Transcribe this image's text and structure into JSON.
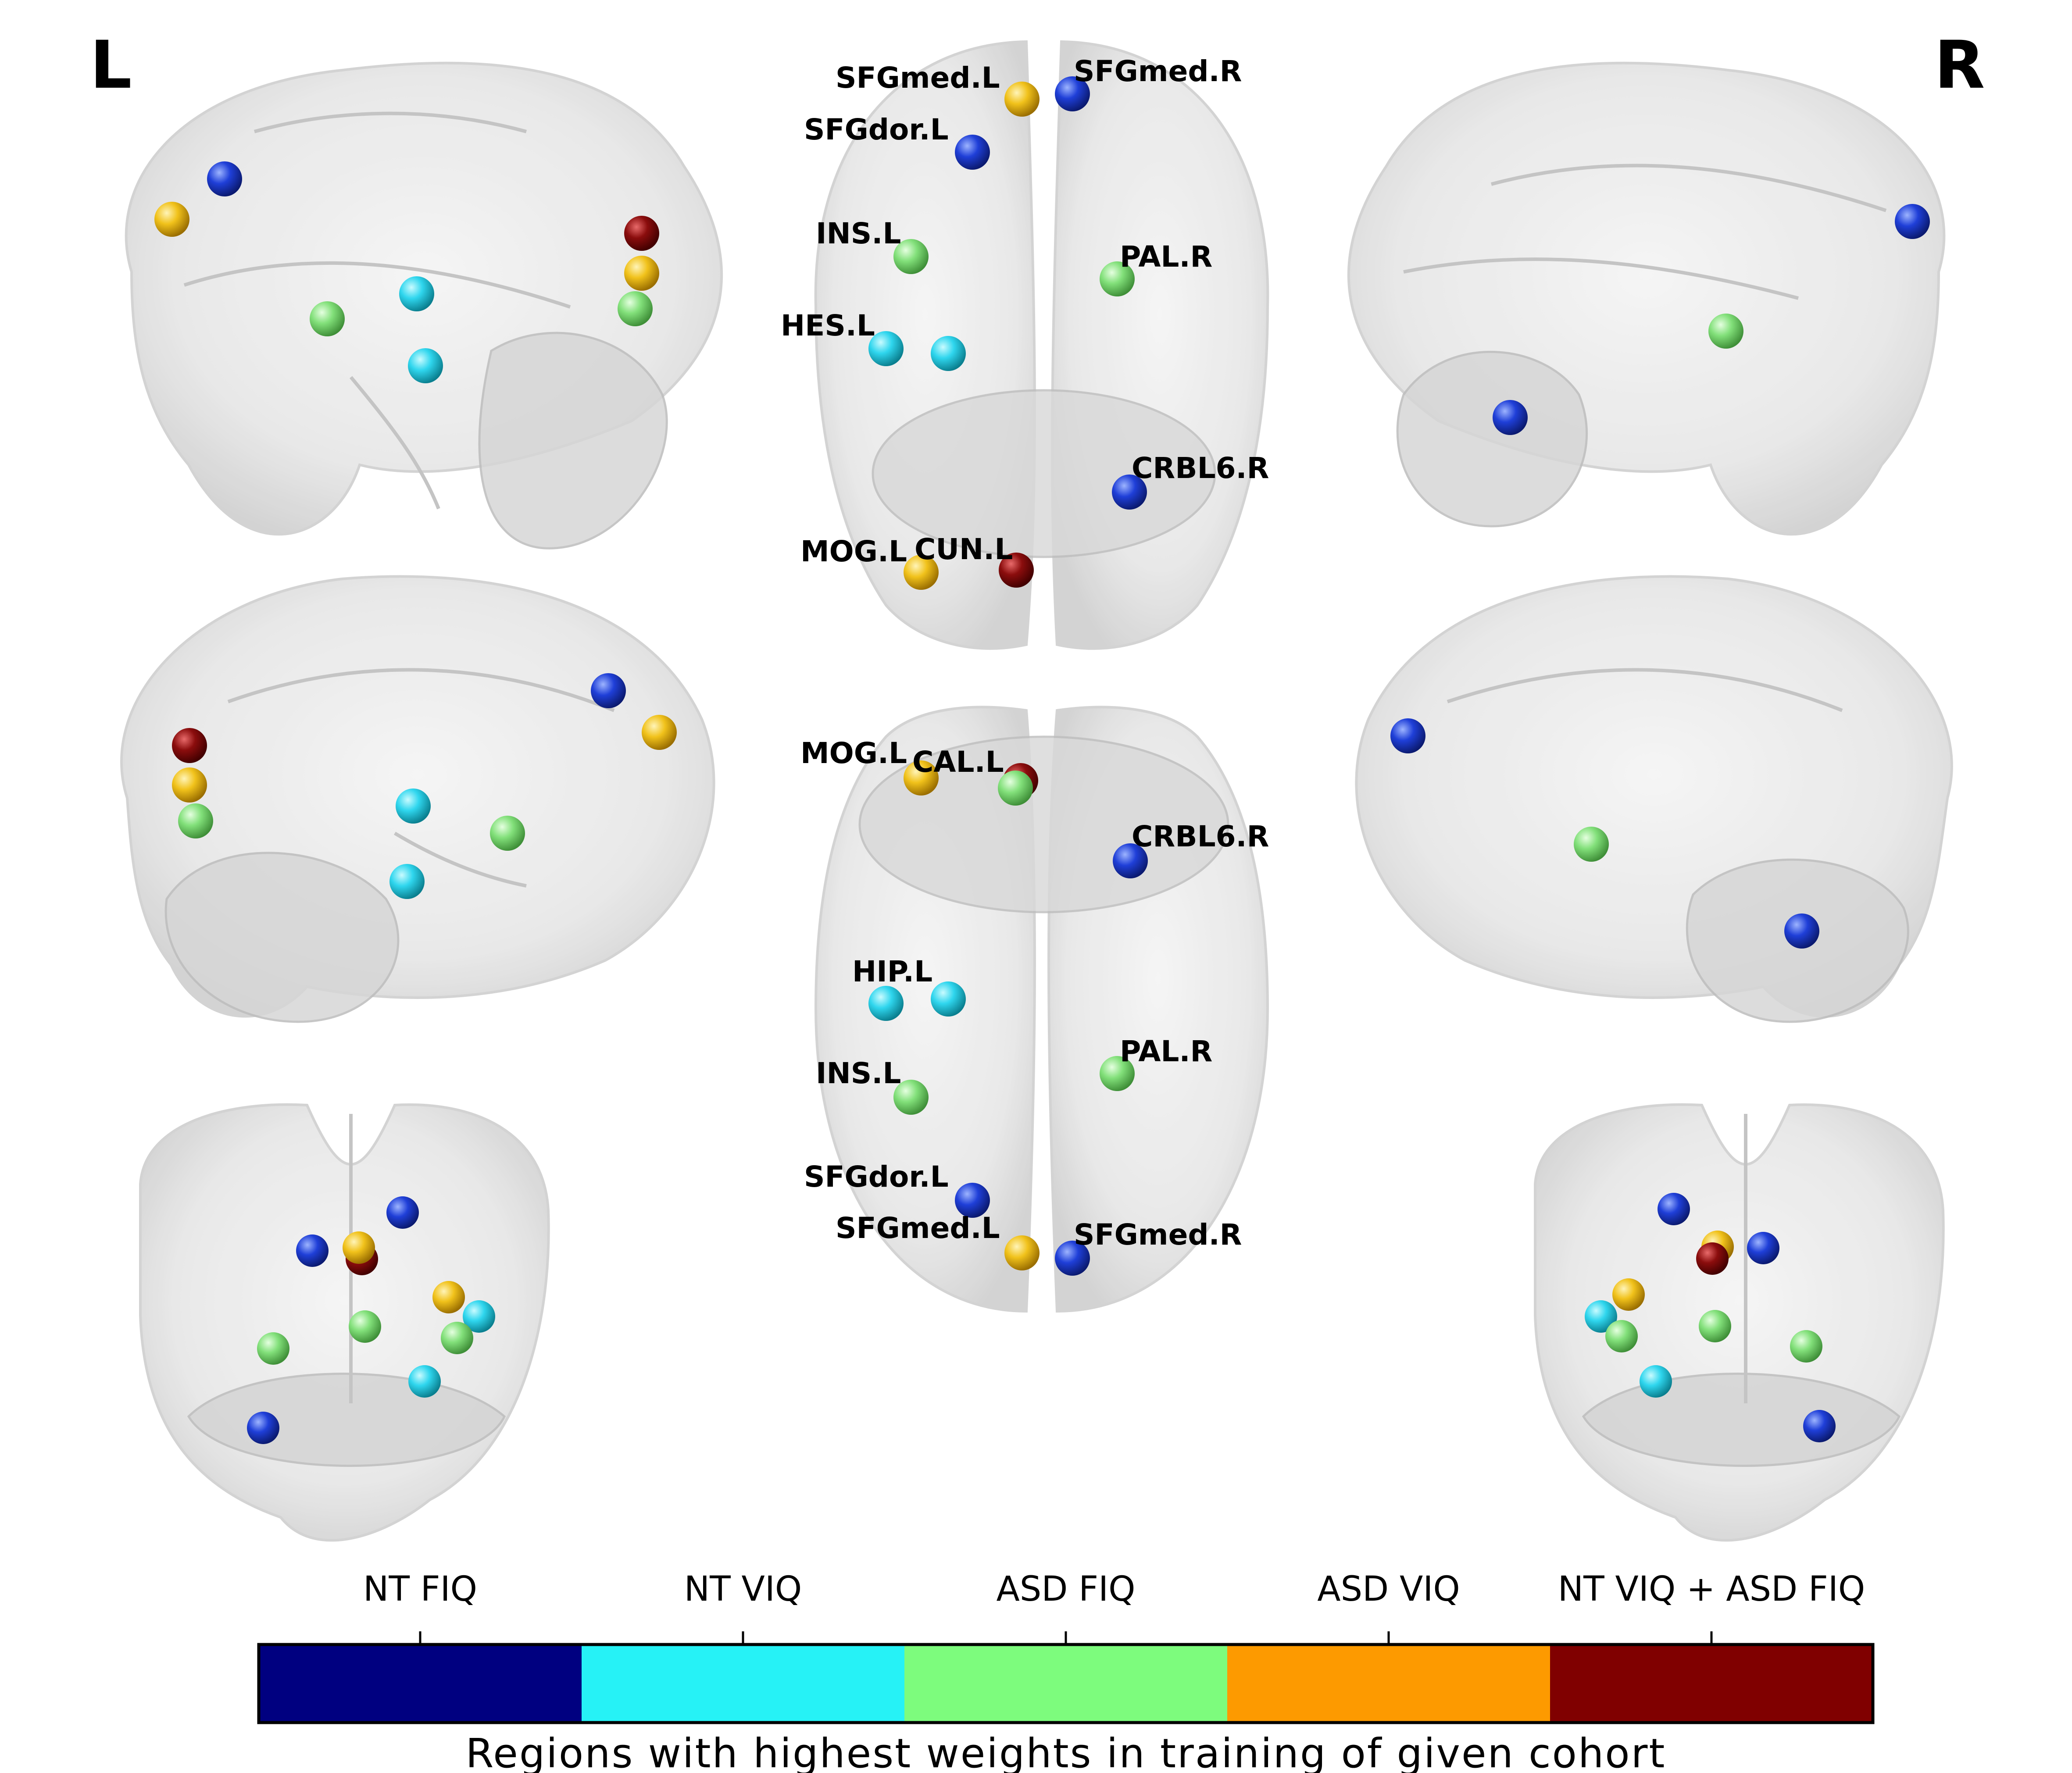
{
  "hemisphere_labels": {
    "left": "L",
    "right": "R"
  },
  "views": {
    "axial_top": {
      "labels": [
        "SFGmed.L",
        "SFGmed.R",
        "SFGdor.L",
        "INS.L",
        "PAL.R",
        "HES.L",
        "CRBL6.R",
        "MOG.L",
        "CUN.L"
      ]
    },
    "axial_bottom": {
      "labels": [
        "MOG.L",
        "CAL.L",
        "CRBL6.R",
        "HIP.L",
        "PAL.R",
        "INS.L",
        "SFGdor.L",
        "SFGmed.L",
        "SFGmed.R"
      ]
    }
  },
  "legend": {
    "categories": [
      {
        "label": "NT FIQ",
        "color": "#000080"
      },
      {
        "label": "NT VIQ",
        "color": "#26f2f6"
      },
      {
        "label": "ASD FIQ",
        "color": "#7dfc7d"
      },
      {
        "label": "ASD VIQ",
        "color": "#fd9a00"
      },
      {
        "label": "NT VIQ +  ASD FIQ",
        "color": "#800000"
      }
    ],
    "caption": "Regions with highest weights in training of given cohort"
  },
  "node_colors": {
    "blue": "#1f3fd8",
    "cyan": "#2fd6ee",
    "green": "#82e07a",
    "yellow": "#f1c21b",
    "darkred": "#8b0d0d"
  }
}
